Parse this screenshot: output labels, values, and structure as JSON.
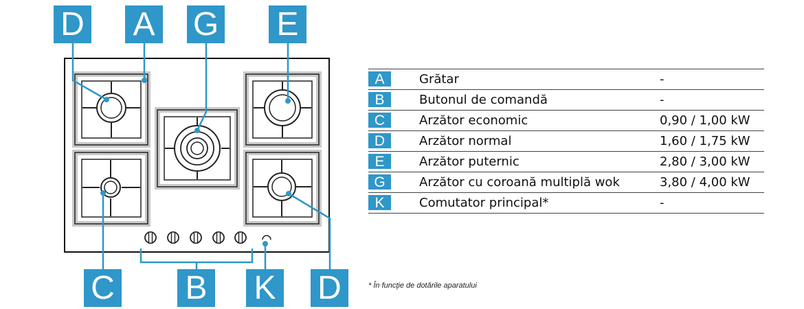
{
  "diagram": {
    "labels": {
      "top": [
        "D",
        "A",
        "G",
        "E"
      ],
      "bottom": [
        "C",
        "B",
        "K",
        "D"
      ]
    }
  },
  "legend": {
    "rows": [
      {
        "code": "A",
        "description": "Grătar",
        "value": "-"
      },
      {
        "code": "B",
        "description": "Butonul de comandă",
        "value": "-"
      },
      {
        "code": "C",
        "description": "Arzător economic",
        "value": "0,90 / 1,00 kW"
      },
      {
        "code": "D",
        "description": "Arzător normal",
        "value": "1,60 / 1,75 kW"
      },
      {
        "code": "E",
        "description": "Arzător puternic",
        "value": "2,80 / 3,00 kW"
      },
      {
        "code": "G",
        "description": "Arzător cu coroană multiplă wok",
        "value": "3,80 / 4,00 kW"
      },
      {
        "code": "K",
        "description": "Comutator principal*",
        "value": "-"
      }
    ]
  },
  "footnote": "* În funcţie de dotările aparatului",
  "colors": {
    "label_blue": "#2f97c9",
    "grate_gray": "#c8c8c8",
    "line_black": "#111111"
  }
}
